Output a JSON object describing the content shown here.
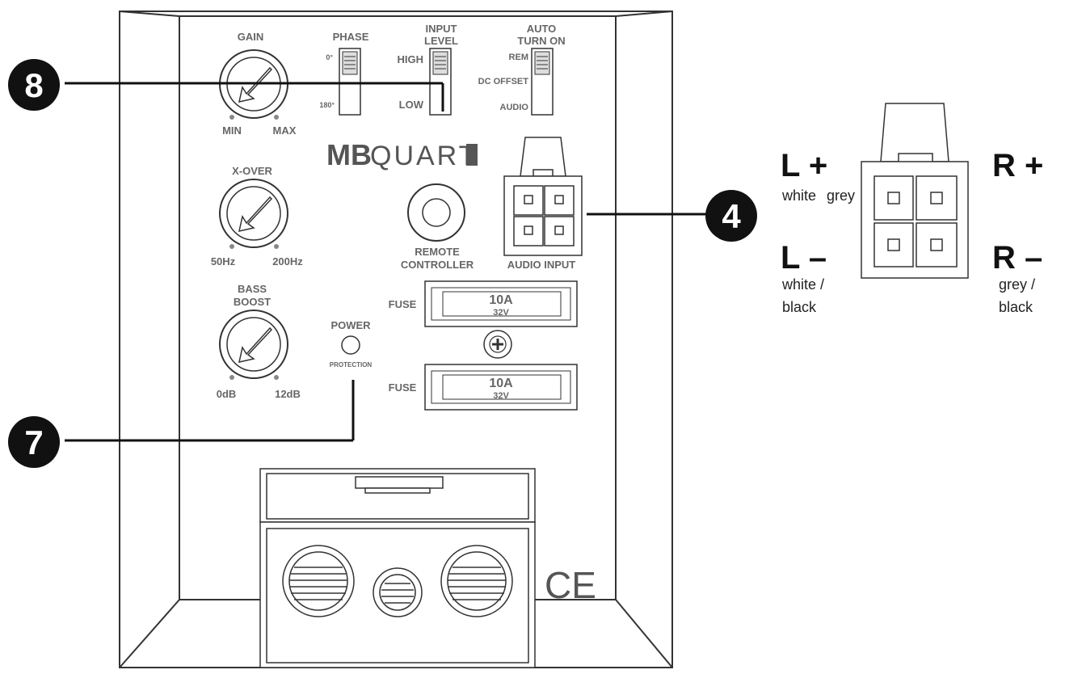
{
  "panel": {
    "gain": {
      "title": "GAIN",
      "min": "MIN",
      "max": "MAX"
    },
    "phase": {
      "title": "PHASE",
      "top": "0°",
      "bottom": "180°"
    },
    "input_level": {
      "title_1": "INPUT",
      "title_2": "LEVEL",
      "high": "HIGH",
      "low": "LOW"
    },
    "auto_turn_on": {
      "title_1": "AUTO",
      "title_2": "TURN ON",
      "rem": "REM",
      "dc_offset": "DC OFFSET",
      "audio": "AUDIO"
    },
    "brand_bold": "MB",
    "brand_light": "QUART",
    "xover": {
      "title": "X-OVER",
      "min": "50Hz",
      "max": "200Hz"
    },
    "remote": {
      "line_1": "REMOTE",
      "line_2": "CONTROLLER"
    },
    "audio_input": "AUDIO INPUT",
    "bass_boost": {
      "title_1": "BASS",
      "title_2": "BOOST",
      "min": "0dB",
      "max": "12dB"
    },
    "power": "POWER",
    "protection": "PROTECTION",
    "fuses": [
      {
        "label": "FUSE",
        "rating": "10A",
        "voltage": "32V"
      },
      {
        "label": "FUSE",
        "rating": "10A",
        "voltage": "32V"
      }
    ],
    "ce_mark": "CE"
  },
  "callouts": {
    "input_level_switch": "8",
    "audio_input": "4",
    "power_led": "7"
  },
  "connector": {
    "l_plus": {
      "pin": "L +",
      "wire": "white"
    },
    "r_plus": {
      "pin": "R +",
      "wire": "grey"
    },
    "l_minus": {
      "pin": "L –",
      "wire_1": "white /",
      "wire_2": "black"
    },
    "r_minus": {
      "pin": "R –",
      "wire_1": "grey /",
      "wire_2": "black"
    }
  },
  "colors": {
    "stroke": "#333333",
    "label": "#666666",
    "callout": "#111111"
  }
}
